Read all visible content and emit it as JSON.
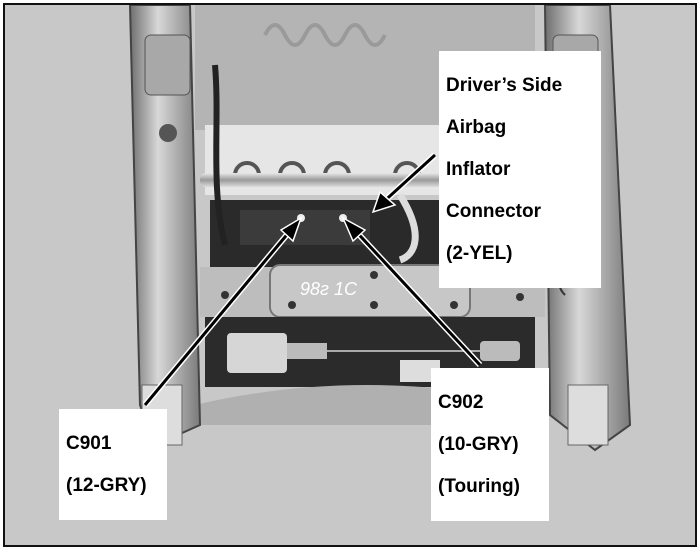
{
  "figure": {
    "subject": "seat frame underside with connectors",
    "labels": {
      "airbag": [
        "Driver’s Side",
        "Airbag",
        "Inflator",
        "Connector",
        "(2-YEL)"
      ],
      "c901": [
        "C901",
        "(12-GRY)"
      ],
      "c902": [
        "C902",
        "(10-GRY)",
        "(Touring)"
      ]
    },
    "colors": {
      "background": "#c9c9c9",
      "border": "#111111",
      "label_bg": "#ffffff",
      "label_text": "#000000"
    }
  }
}
